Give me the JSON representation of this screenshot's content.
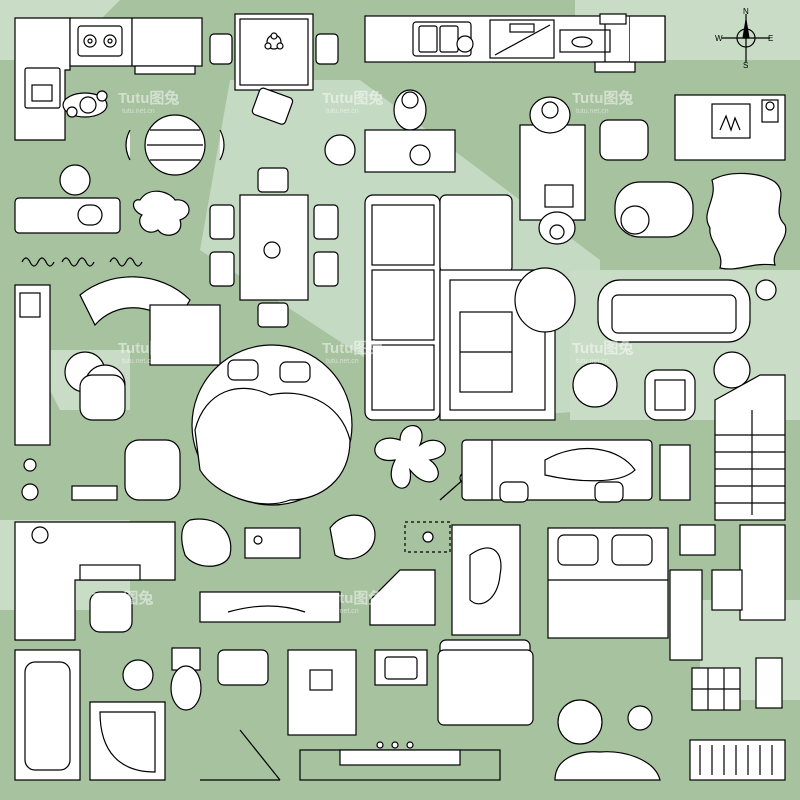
{
  "compass": {
    "north": "N",
    "south": "S",
    "east": "E",
    "west": "W"
  },
  "watermark": {
    "text": "Tutu图兔",
    "url": "tutu.net.cn"
  },
  "colors": {
    "background": "#a7c29f",
    "light_zone": "#c9ddc6",
    "furniture_fill": "#ffffff",
    "line": "#000000"
  }
}
